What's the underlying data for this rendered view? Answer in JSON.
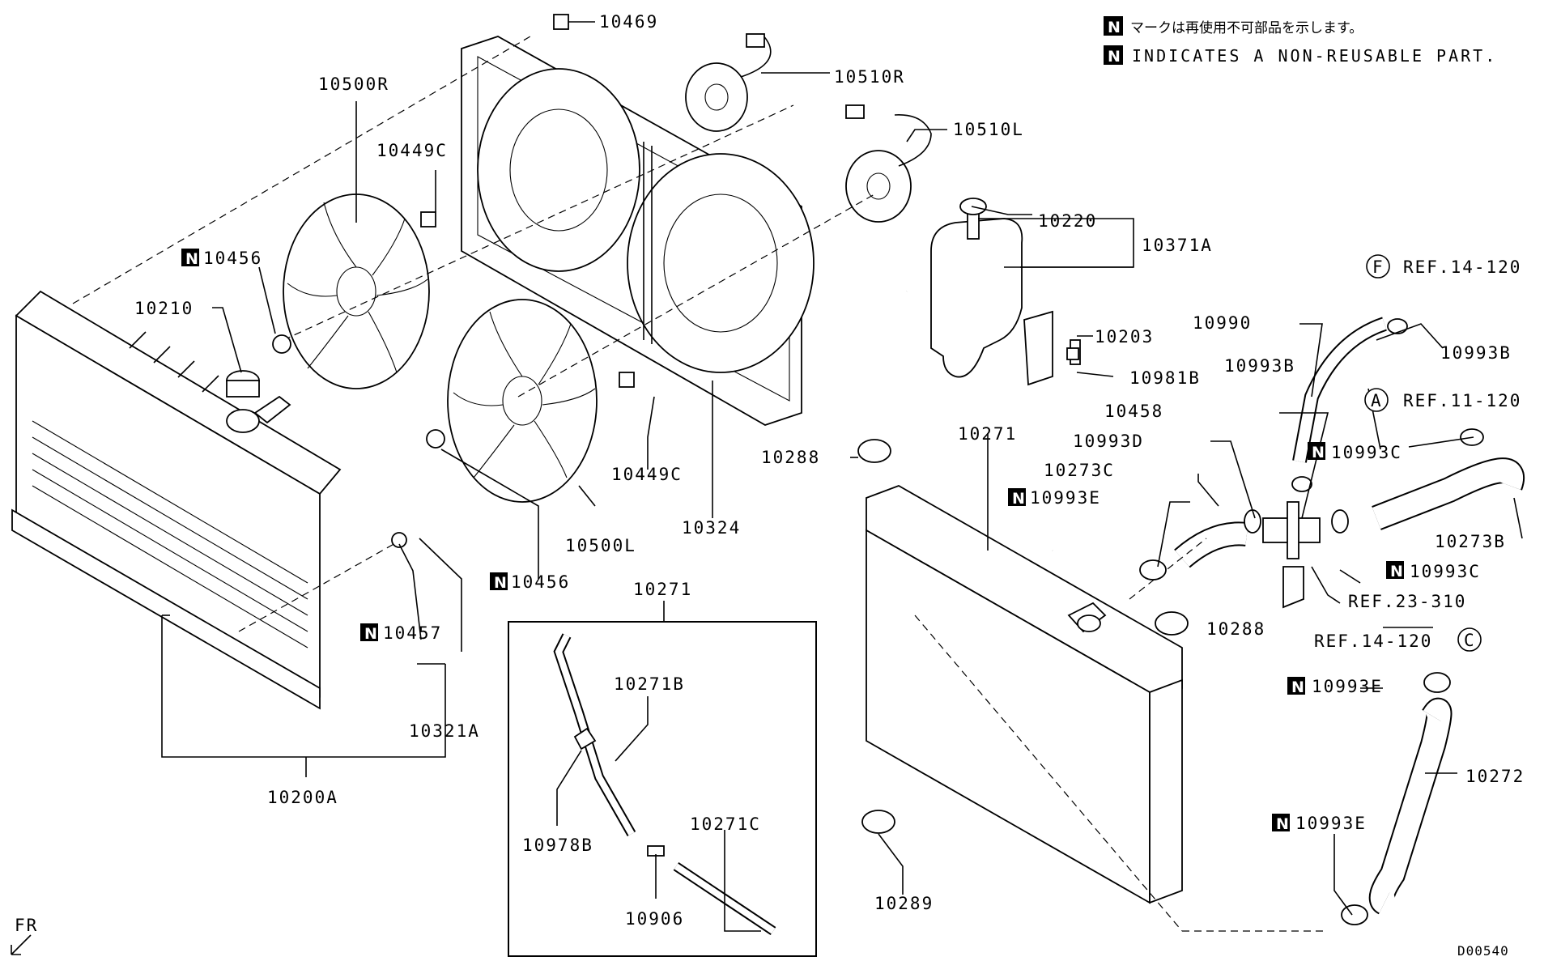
{
  "legend": {
    "badge": "N",
    "japanese": "マークは再使用不可部品を示します。",
    "english": "INDICATES A NON-REUSABLE PART."
  },
  "parts": {
    "p10469": "10469",
    "p10500R": "10500R",
    "p10510R": "10510R",
    "p10510L": "10510L",
    "p10449C_a": "10449C",
    "p10449C_b": "10449C",
    "p10456_a": "10456",
    "p10456_b": "10456",
    "p10210": "10210",
    "p10220": "10220",
    "p10371A": "10371A",
    "p10203": "10203",
    "p10981B": "10981B",
    "p10990": "10990",
    "p10993B_a": "10993B",
    "p10993B_b": "10993B",
    "p10993C_a": "10993C",
    "p10993C_b": "10993C",
    "p10458": "10458",
    "p10993D": "10993D",
    "p10273C": "10273C",
    "p10993E_a": "10993E",
    "p10993E_b": "10993E",
    "p10993E_c": "10993E",
    "p10271_a": "10271",
    "p10271_b": "10271",
    "p10288_a": "10288",
    "p10288_b": "10288",
    "p10273B": "10273B",
    "p10324": "10324",
    "p10500L": "10500L",
    "p10457": "10457",
    "p10321A": "10321A",
    "p10200A": "10200A",
    "p10271B": "10271B",
    "p10978B": "10978B",
    "p10271C": "10271C",
    "p10906": "10906",
    "p10289": "10289",
    "p10272": "10272"
  },
  "refs": {
    "refF": "REF.14-120",
    "refA": "REF.11-120",
    "ref23": "REF.23-310",
    "refC": "REF.14-120"
  },
  "ref_circles": {
    "F": "F",
    "A": "A",
    "C": "C"
  },
  "direction": "FR",
  "diagram_code": "D00540"
}
